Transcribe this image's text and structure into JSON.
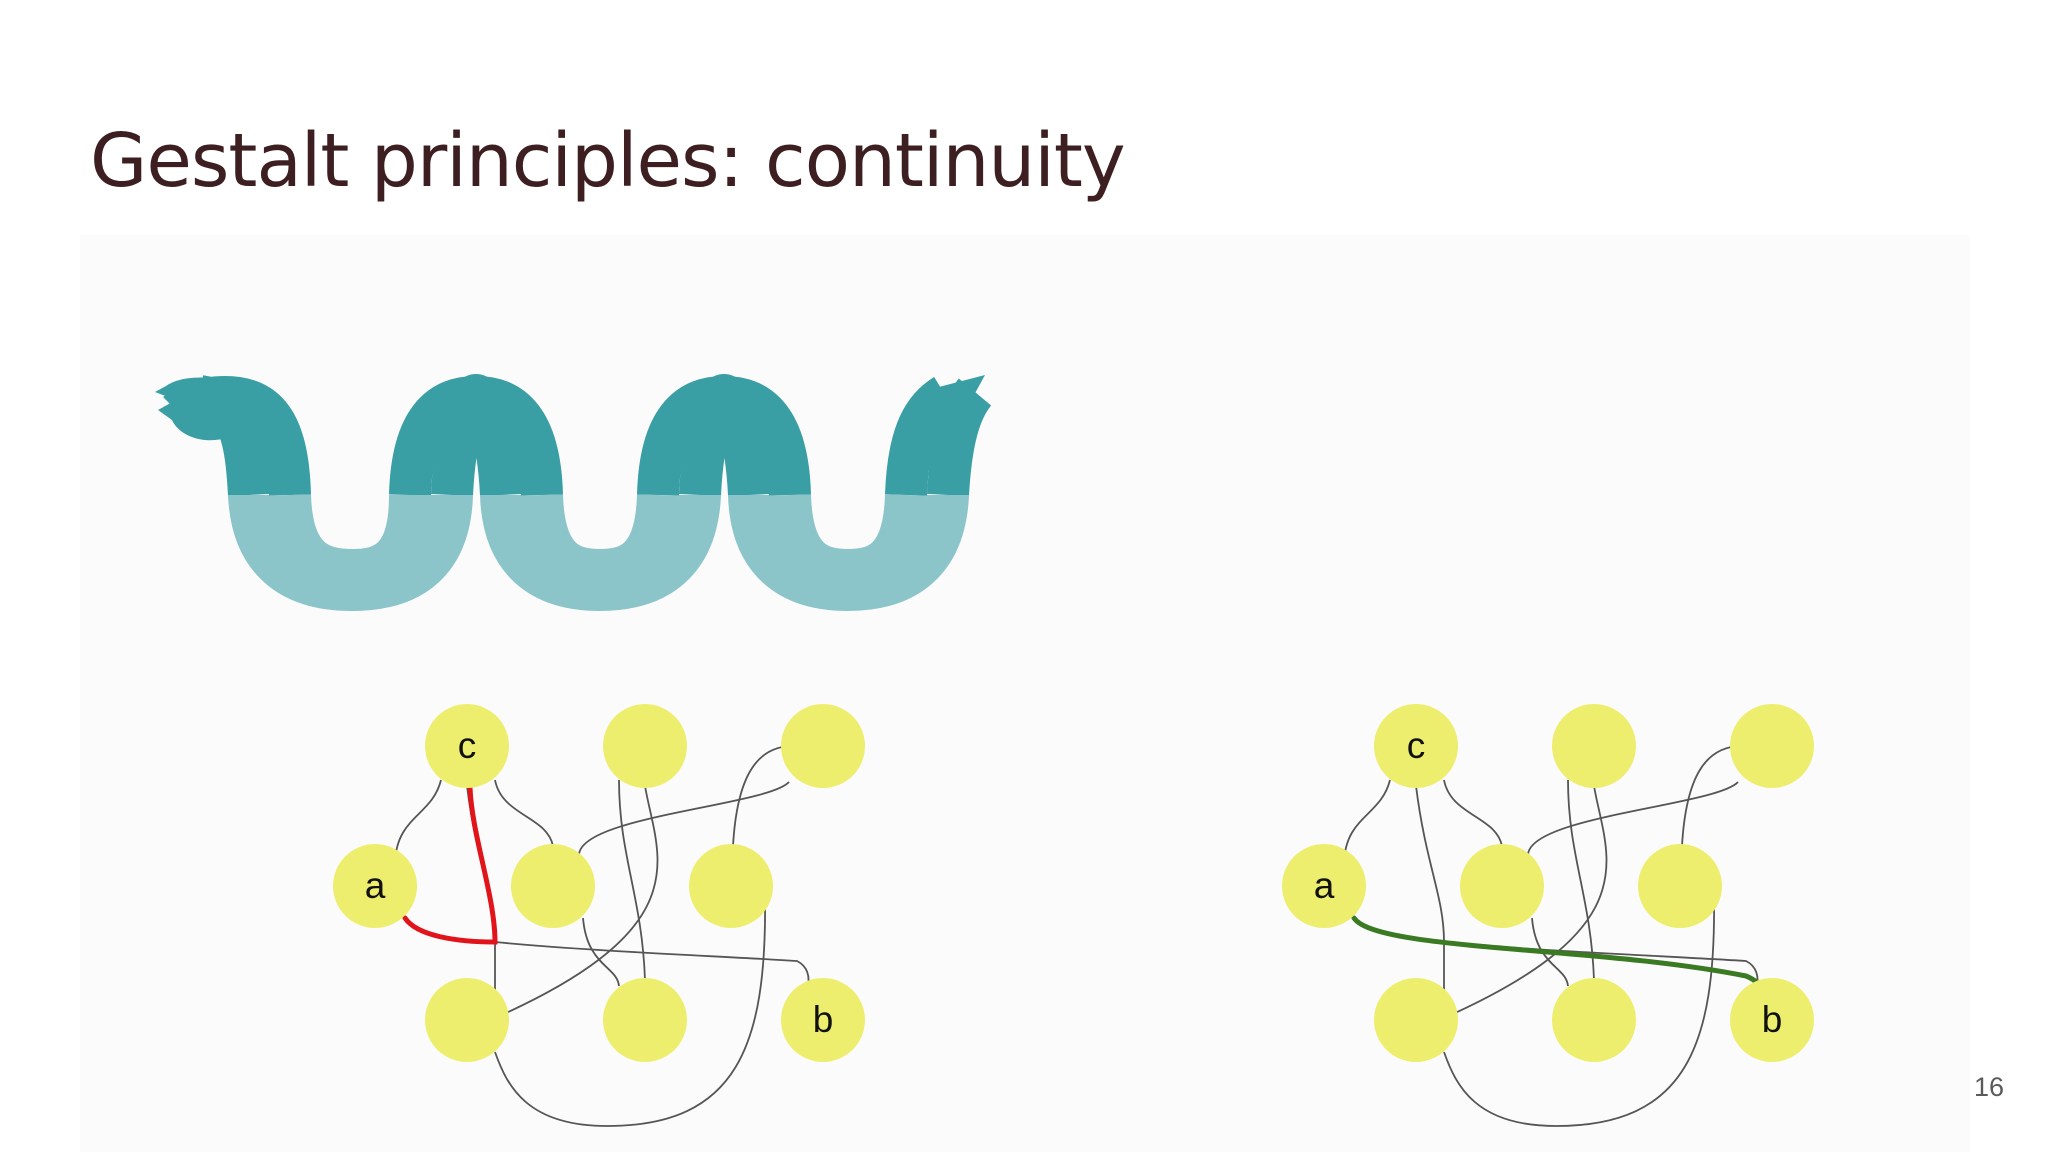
{
  "slide": {
    "title": "Gestalt principles: continuity",
    "page_number": "16"
  },
  "colors": {
    "title": "#3d1f22",
    "snake_dark": "#3a9ea5",
    "snake_light": "#8cc5c9",
    "node_fill": "#eeee6e",
    "edge": "#555555",
    "path_left": "#e0141a",
    "path_right": "#3a7a22"
  },
  "graphs": [
    {
      "id": "left",
      "highlight": "path_left",
      "nodes": [
        {
          "id": "c",
          "label": "c"
        },
        {
          "id": "top2",
          "label": ""
        },
        {
          "id": "top3",
          "label": ""
        },
        {
          "id": "a",
          "label": "a"
        },
        {
          "id": "mid2",
          "label": ""
        },
        {
          "id": "mid3",
          "label": ""
        },
        {
          "id": "bot1",
          "label": ""
        },
        {
          "id": "bot2",
          "label": ""
        },
        {
          "id": "b",
          "label": "b"
        }
      ]
    },
    {
      "id": "right",
      "highlight": "path_right",
      "nodes": [
        {
          "id": "c",
          "label": "c"
        },
        {
          "id": "top2",
          "label": ""
        },
        {
          "id": "top3",
          "label": ""
        },
        {
          "id": "a",
          "label": "a"
        },
        {
          "id": "mid2",
          "label": ""
        },
        {
          "id": "mid3",
          "label": ""
        },
        {
          "id": "bot1",
          "label": ""
        },
        {
          "id": "bot2",
          "label": ""
        },
        {
          "id": "b",
          "label": "b"
        }
      ]
    }
  ]
}
